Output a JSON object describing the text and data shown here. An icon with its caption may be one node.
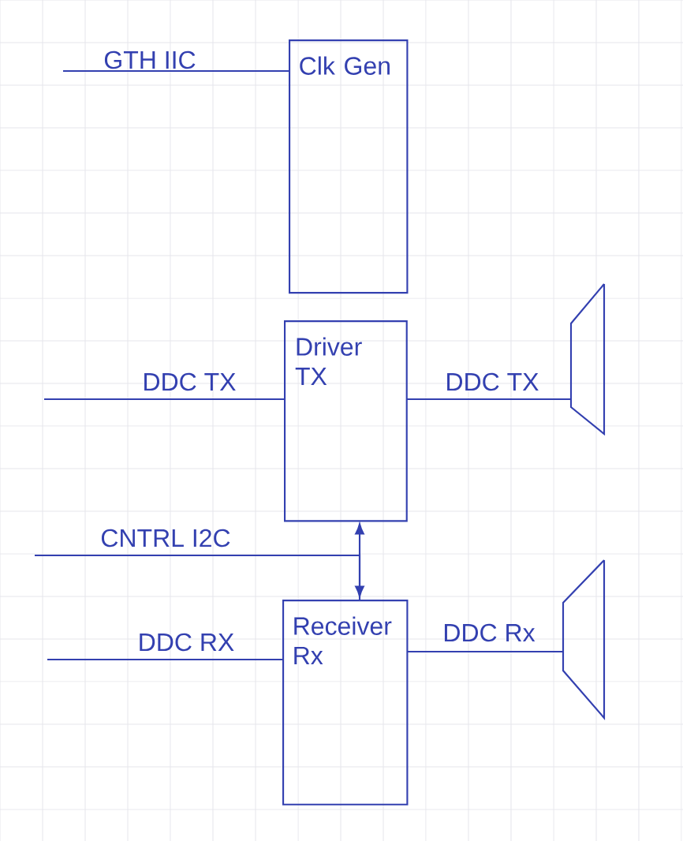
{
  "diagram": {
    "nodes": [
      {
        "text": [
          "Clk Gen"
        ]
      },
      {
        "text": [
          "Driver TX"
        ]
      },
      {
        "text": [
          "Receiver Rx"
        ]
      },
      {
        "text": [],
        "shape": "trapezoid"
      },
      {
        "text": [],
        "shape": "trapezoid"
      }
    ],
    "edges": [
      {
        "from": null,
        "to": 0,
        "arrow": "none",
        "label": "GTH IIC"
      },
      {
        "from": null,
        "to": 1,
        "arrow": "none",
        "label": "DDC TX"
      },
      {
        "from": 1,
        "to": 3,
        "arrow": "none",
        "label": "DDC TX"
      },
      {
        "from": 1,
        "to": 2,
        "arrow": "both"
      },
      {
        "from": null,
        "to": 2,
        "arrow": "none",
        "label": "CNTRL I2C"
      },
      {
        "from": null,
        "to": 2,
        "arrow": "none",
        "label": "DDC RX"
      },
      {
        "from": 2,
        "to": 4,
        "arrow": "none",
        "label": "DDC Rx"
      }
    ]
  }
}
